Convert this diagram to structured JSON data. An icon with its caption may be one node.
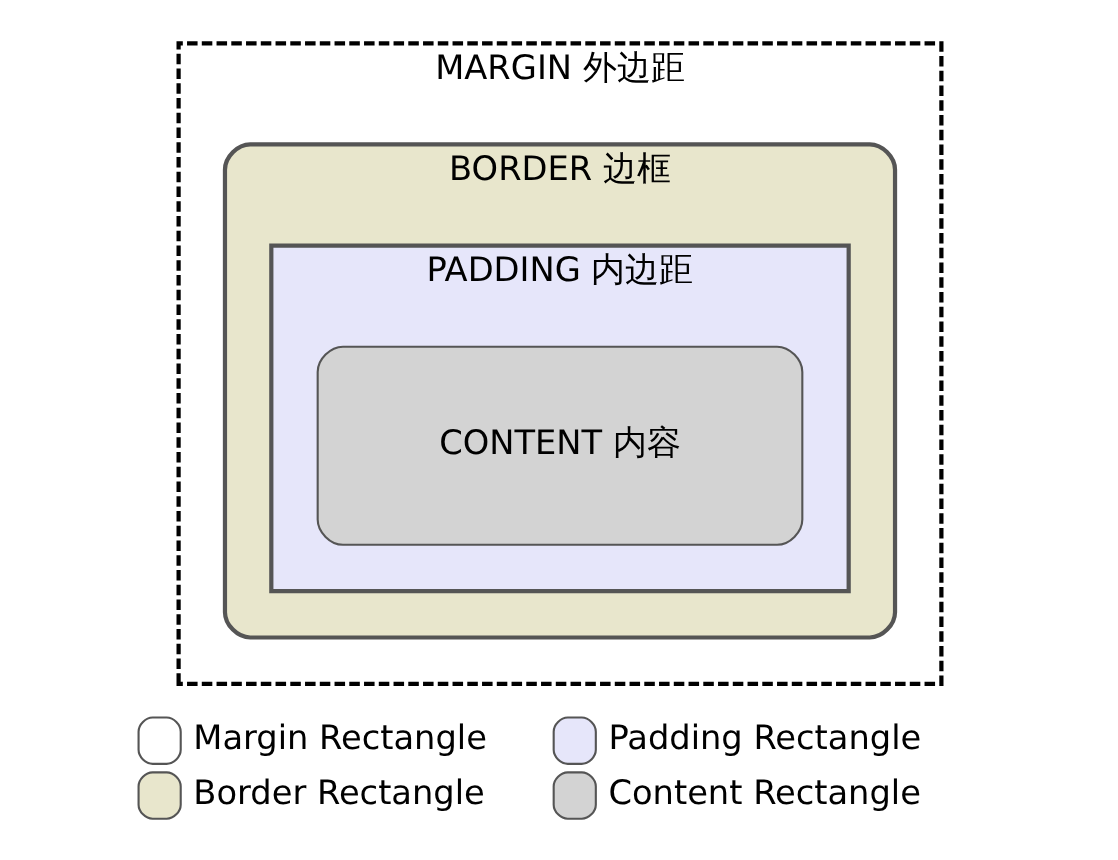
{
  "diagram": {
    "nodes": [
      {
        "text": [
          "MARGIN 外边距"
        ]
      },
      {
        "text": [
          "BORDER 边框"
        ],
        "in": 0
      },
      {
        "text": [
          "PADDING 内边距"
        ],
        "in": 1
      },
      {
        "text": [
          "CONTENT 内容"
        ],
        "in": 2
      }
    ],
    "edges": [],
    "legend": [
      {
        "text": "Margin Rectangle",
        "color": "#ffffff"
      },
      {
        "text": "Padding Rectangle",
        "color": "#e6e6fa"
      },
      {
        "text": "Border Rectangle",
        "color": "#e8e6cc"
      },
      {
        "text": "Content Rectangle",
        "color": "#d3d3d3"
      }
    ]
  }
}
